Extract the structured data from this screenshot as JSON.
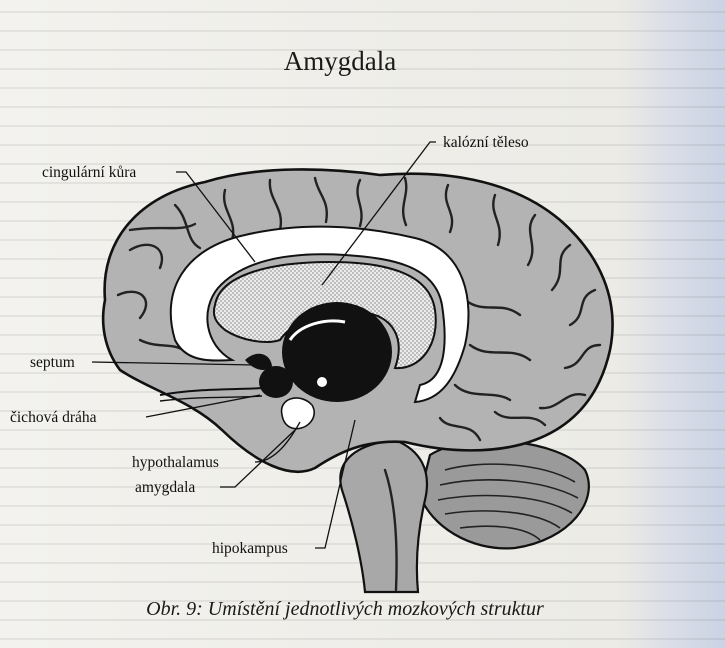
{
  "figure": {
    "title": "Amygdala",
    "caption": "Obr. 9: Umístění jednotlivých mozkových struktur"
  },
  "labels": {
    "cingulate_cortex": "cingulární kůra",
    "corpus_callosum": "kalózní těleso",
    "septum": "septum",
    "olfactory_tract": "čichová dráha",
    "hypothalamus": "hypothalamus",
    "amygdala": "amygdala",
    "hippocampus": "hipokampus"
  },
  "colors": {
    "brain_fill": "#b3b3b3",
    "outline": "#111111",
    "cingulate_fill": "#ffffff",
    "callosum_fill": "#e6e6e6",
    "thalamus_fill": "#111111"
  }
}
